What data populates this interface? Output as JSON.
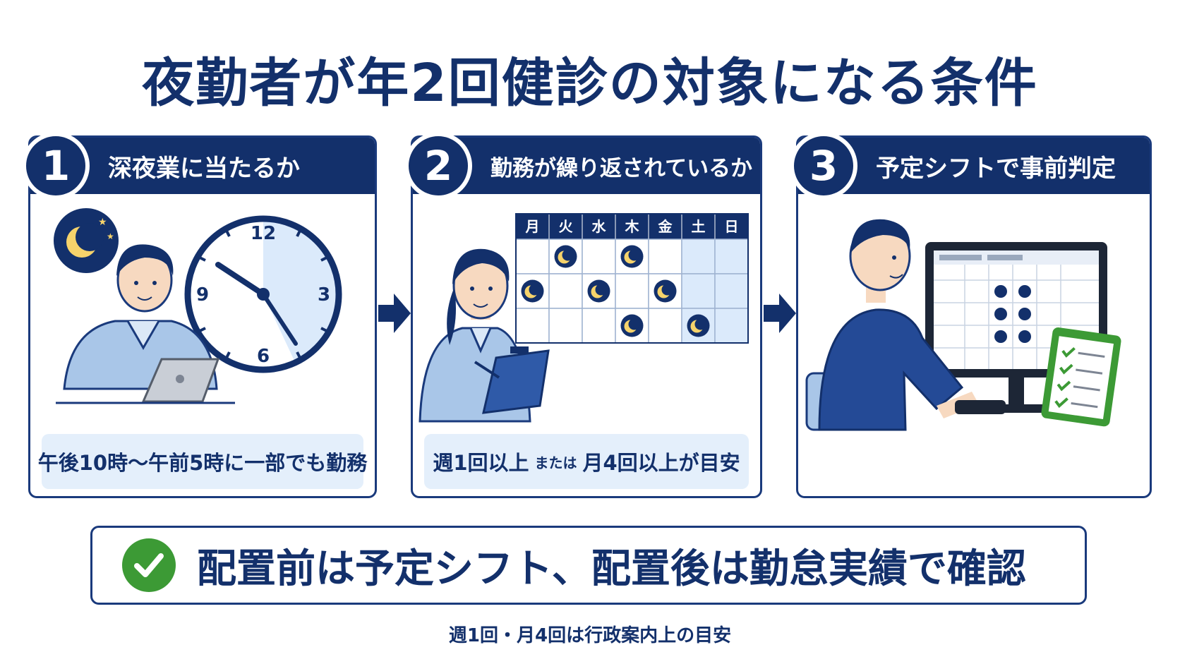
{
  "title": "夜勤者が年2回健診の対象になる条件",
  "steps": [
    {
      "number": "1",
      "heading": "深夜業に当たるか",
      "caption": "午後10時〜午前5時に一部でも勤務"
    },
    {
      "number": "2",
      "heading": "勤務が繰り返されているか",
      "caption_part1": "週1回以上",
      "caption_or": "または",
      "caption_part2": "月4回以上が目安"
    },
    {
      "number": "3",
      "heading": "予定シフトで事前判定"
    }
  ],
  "clock": {
    "labels": [
      "12",
      "3",
      "6",
      "9"
    ]
  },
  "calendar": {
    "days": [
      "月",
      "火",
      "水",
      "木",
      "金",
      "土",
      "日"
    ],
    "night_shifts": [
      [
        1,
        0
      ],
      [
        3,
        0
      ],
      [
        0,
        1
      ],
      [
        2,
        1
      ],
      [
        4,
        1
      ],
      [
        3,
        2
      ],
      [
        5,
        2
      ]
    ]
  },
  "summary": "配置前は予定シフト、配置後は勤怠実績で確認",
  "footnote": "週1回・月4回は行政案内上の目安",
  "colors": {
    "navy": "#13306b",
    "light_blue": "#e4effb",
    "check_green": "#3c9a35"
  }
}
